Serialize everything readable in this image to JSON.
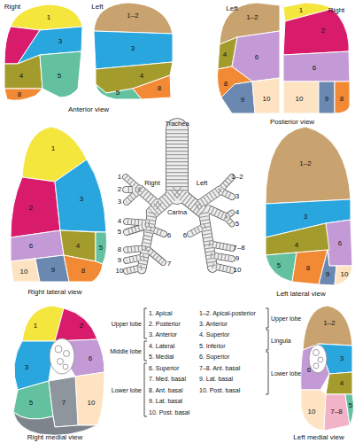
{
  "diagram": {
    "labels": [
      "Right",
      "Left",
      "1",
      "3",
      "4",
      "5",
      "8",
      "1–2",
      "3",
      "4",
      "5",
      "8",
      "Anterior view",
      "Left",
      "Right",
      "1–2",
      "4",
      "6",
      "8",
      "9",
      "10",
      "1",
      "2",
      "6",
      "10",
      "9",
      "8",
      "Posterior view",
      "1",
      "2",
      "3",
      "6",
      "4",
      "5",
      "10",
      "9",
      "8",
      "Right lateral view",
      "Trachea",
      "Right",
      "Left",
      "Carina",
      "1",
      "2",
      "3",
      "4",
      "5",
      "6",
      "8",
      "9",
      "10",
      "7",
      "1–2",
      "3",
      "4",
      "5",
      "6",
      "7–8",
      "9",
      "10",
      "1–2",
      "3",
      "6",
      "4",
      "5",
      "8",
      "9",
      "10",
      "Left lateral view",
      "1",
      "2",
      "3",
      "6",
      "5",
      "7",
      "10",
      "Right medial view",
      "Upper lobe",
      "Middle lobe",
      "Lower lobe",
      "1. Apical",
      "2. Posterior",
      "3. Anterior",
      "4. Lateral",
      "5. Medial",
      "6. Superior",
      "7. Med. basal",
      "8. Ant. basal",
      "9. Lat. basal",
      "10. Post. basal",
      "1–2. Apical-posterior",
      "3. Anterior",
      "4. Superior",
      "5. Inferior",
      "6. Superior",
      "7–8. Ant. basal",
      "9. Lat. basal",
      "10. Post. basal",
      "Upper lobe",
      "Lingula",
      "Lower lobe",
      "1–2",
      "6",
      "3",
      "4",
      "10",
      "7–8",
      "5",
      "Left medial view"
    ]
  }
}
